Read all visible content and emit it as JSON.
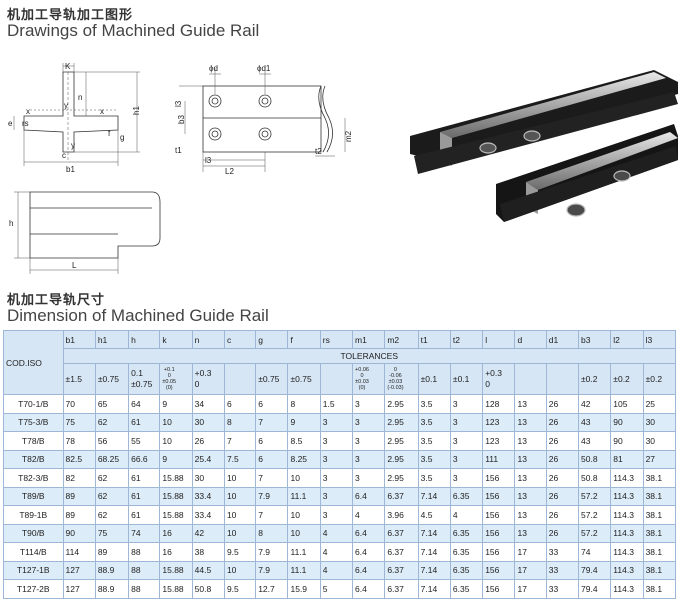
{
  "section1": {
    "title_cn": "机加工导轨加工图形",
    "title_en": "Drawings of Machined Guide Rail"
  },
  "section2": {
    "title_cn": "机加工导轨尺寸",
    "title_en": "Dimension of Machined Guide Rail"
  },
  "drawing_labels": {
    "k": "K",
    "n": "n",
    "h1": "h1",
    "x": "x",
    "y": "y",
    "e": "e",
    "rs": "rs",
    "f": "f",
    "g": "g",
    "c": "c",
    "b1": "b1",
    "d": "d",
    "d1": "d1",
    "l3": "l3",
    "b3": "b3",
    "t1": "t1",
    "m2": "m2",
    "t2": "t2",
    "l2": "L2",
    "h": "h",
    "L": "L"
  },
  "table": {
    "code_header": "COD.ISO",
    "columns": [
      "b1",
      "h1",
      "h",
      "k",
      "n",
      "c",
      "g",
      "f",
      "rs",
      "m1",
      "m2",
      "t1",
      "t2",
      "l",
      "d",
      "d1",
      "b3",
      "l2",
      "l3"
    ],
    "tolerances_label": "TOLERANCES",
    "tolerances": [
      "±1.5",
      "±0.75",
      "0.1|±0.75",
      "+0.1|0|±0.05|(0)",
      "+0.3|0",
      "",
      "±0.75",
      "±0.75",
      "",
      "+0.06|0|±0.03|(0)",
      "0|-0.06|±0.03|(-0.03)",
      "±0.1",
      "±0.1",
      "+0.3|0",
      "",
      "",
      "±0.2",
      "±0.2",
      "±0.2"
    ],
    "rows": [
      [
        "T70-1/B",
        "70",
        "65",
        "64",
        "9",
        "34",
        "6",
        "6",
        "8",
        "1.5",
        "3",
        "2.95",
        "3.5",
        "3",
        "128",
        "13",
        "26",
        "42",
        "105",
        "25"
      ],
      [
        "T75-3/B",
        "75",
        "62",
        "61",
        "10",
        "30",
        "8",
        "7",
        "9",
        "3",
        "3",
        "2.95",
        "3.5",
        "3",
        "123",
        "13",
        "26",
        "43",
        "90",
        "30"
      ],
      [
        "T78/B",
        "78",
        "56",
        "55",
        "10",
        "26",
        "7",
        "6",
        "8.5",
        "3",
        "3",
        "2.95",
        "3.5",
        "3",
        "123",
        "13",
        "26",
        "43",
        "90",
        "30"
      ],
      [
        "T82/B",
        "82.5",
        "68.25",
        "66.6",
        "9",
        "25.4",
        "7.5",
        "6",
        "8.25",
        "3",
        "3",
        "2.95",
        "3.5",
        "3",
        "111",
        "13",
        "26",
        "50.8",
        "81",
        "27"
      ],
      [
        "T82-3/B",
        "82",
        "62",
        "61",
        "15.88",
        "30",
        "10",
        "7",
        "10",
        "3",
        "3",
        "2.95",
        "3.5",
        "3",
        "156",
        "13",
        "26",
        "50.8",
        "114.3",
        "38.1"
      ],
      [
        "T89/B",
        "89",
        "62",
        "61",
        "15.88",
        "33.4",
        "10",
        "7.9",
        "11.1",
        "3",
        "6.4",
        "6.37",
        "7.14",
        "6.35",
        "156",
        "13",
        "26",
        "57.2",
        "114.3",
        "38.1"
      ],
      [
        "T89-1B",
        "89",
        "62",
        "61",
        "15.88",
        "33.4",
        "10",
        "7",
        "10",
        "3",
        "4",
        "3.96",
        "4.5",
        "4",
        "156",
        "13",
        "26",
        "57.2",
        "114.3",
        "38.1"
      ],
      [
        "T90/B",
        "90",
        "75",
        "74",
        "16",
        "42",
        "10",
        "8",
        "10",
        "4",
        "6.4",
        "6.37",
        "7.14",
        "6.35",
        "156",
        "13",
        "26",
        "57.2",
        "114.3",
        "38.1"
      ],
      [
        "T114/B",
        "114",
        "89",
        "88",
        "16",
        "38",
        "9.5",
        "7.9",
        "11.1",
        "4",
        "6.4",
        "6.37",
        "7.14",
        "6.35",
        "156",
        "17",
        "33",
        "74",
        "114.3",
        "38.1"
      ],
      [
        "T127-1B",
        "127",
        "88.9",
        "88",
        "15.88",
        "44.5",
        "10",
        "7.9",
        "11.1",
        "4",
        "6.4",
        "6.37",
        "7.14",
        "6.35",
        "156",
        "17",
        "33",
        "79.4",
        "114.3",
        "38.1"
      ],
      [
        "T127-2B",
        "127",
        "88.9",
        "88",
        "15.88",
        "50.8",
        "9.5",
        "12.7",
        "15.9",
        "5",
        "6.4",
        "6.37",
        "7.14",
        "6.35",
        "156",
        "17",
        "33",
        "79.4",
        "114.3",
        "38.1"
      ]
    ]
  }
}
